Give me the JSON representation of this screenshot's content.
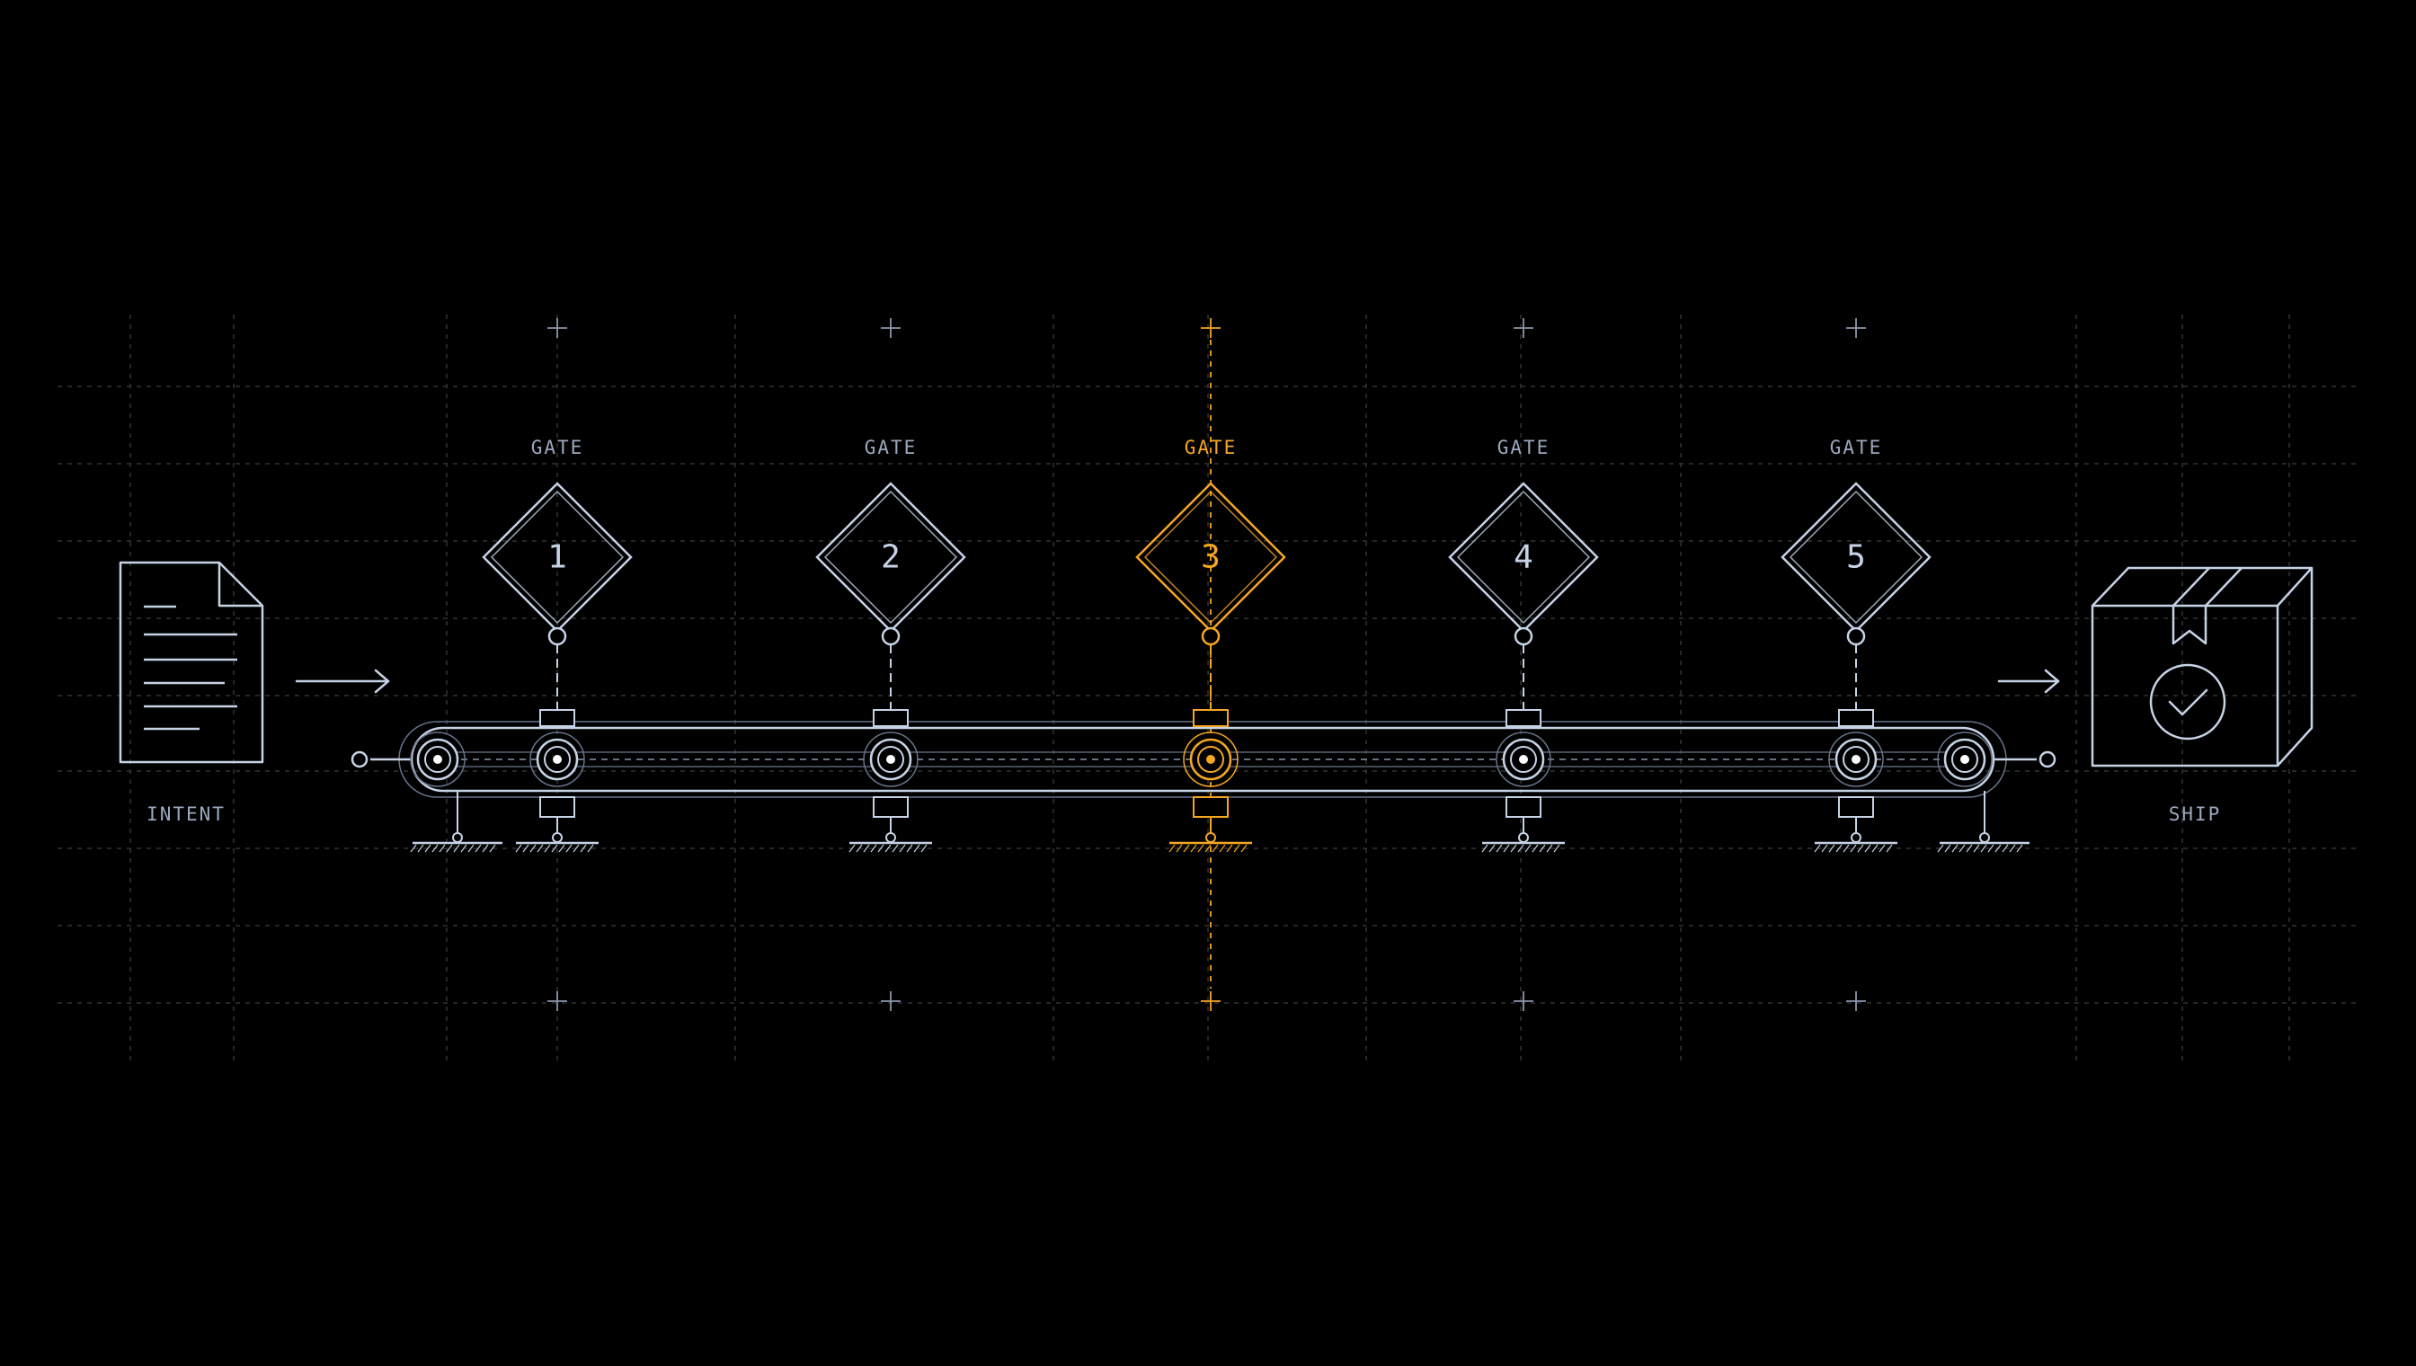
{
  "diagram": {
    "input": {
      "label": "INTENT",
      "icon": "document-icon"
    },
    "output": {
      "label": "SHIP",
      "icon": "package-check-icon"
    },
    "gates": [
      {
        "label": "GATE",
        "number": "1",
        "active": false
      },
      {
        "label": "GATE",
        "number": "2",
        "active": false
      },
      {
        "label": "GATE",
        "number": "3",
        "active": true
      },
      {
        "label": "GATE",
        "number": "4",
        "active": false
      },
      {
        "label": "GATE",
        "number": "5",
        "active": false
      }
    ]
  },
  "colors": {
    "background": "#000000",
    "line": "#c6d3e6",
    "muted": "#9aa8bd",
    "grid": "#3a3a3a",
    "accent": "#f5a623"
  }
}
